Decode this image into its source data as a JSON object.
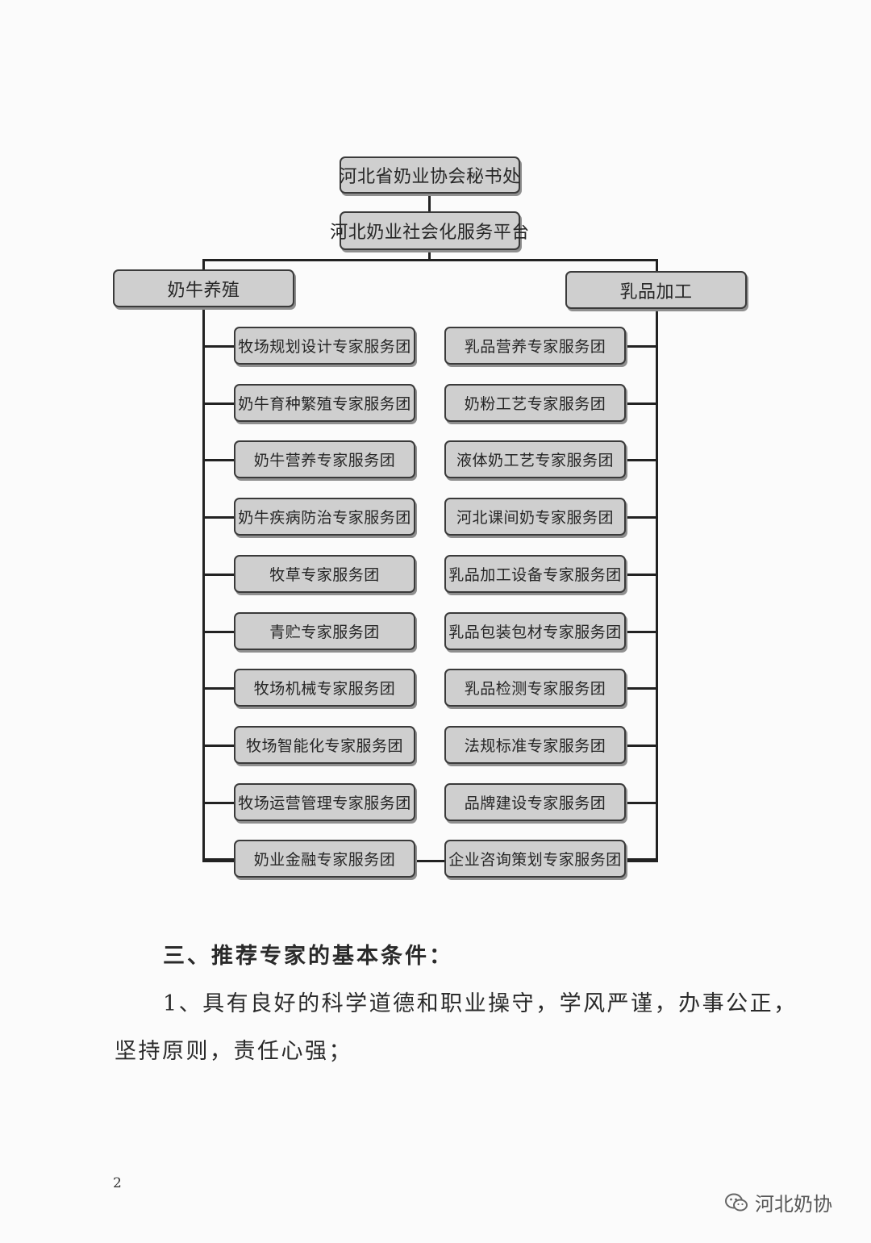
{
  "org_chart": {
    "top": "河北省奶业协会秘书处",
    "platform": "河北奶业社会化服务平台",
    "left_branch": {
      "label": "奶牛养殖",
      "items": [
        "牧场规划设计专家服务团",
        "奶牛育种繁殖专家服务团",
        "奶牛营养专家服务团",
        "奶牛疾病防治专家服务团",
        "牧草专家服务团",
        "青贮专家服务团",
        "牧场机械专家服务团",
        "牧场智能化专家服务团",
        "牧场运营管理专家服务团",
        "奶业金融专家服务团"
      ]
    },
    "right_branch": {
      "label": "乳品加工",
      "items": [
        "乳品营养专家服务团",
        "奶粉工艺专家服务团",
        "液体奶工艺专家服务团",
        "河北课间奶专家服务团",
        "乳品加工设备专家服务团",
        "乳品包装包材专家服务团",
        "乳品检测专家服务团",
        "法规标准专家服务团",
        "品牌建设专家服务团",
        "企业咨询策划专家服务团"
      ]
    }
  },
  "text": {
    "heading": "三、推荐专家的基本条件：",
    "paragraph_line1": "1、具有良好的科学道德和职业操守，学风严谨，办事公正，",
    "paragraph_line2": "坚持原则，责任心强；"
  },
  "page_number": "2",
  "watermark": {
    "icon": "wechat-icon",
    "text": "河北奶协"
  }
}
